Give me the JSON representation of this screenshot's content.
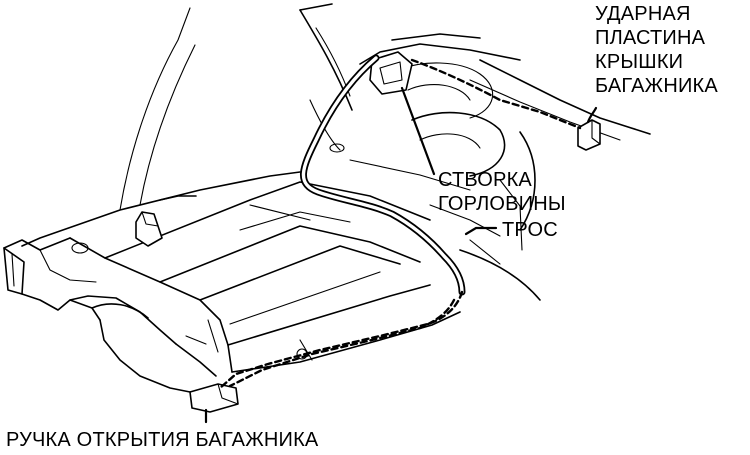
{
  "labels": {
    "striker": [
      "УДАРНАЯ",
      "ПЛАСТИНА",
      "КРЫШКИ",
      "БАГАЖНИКА"
    ],
    "fuel_door": [
      "СТВОРКА",
      "ГОРЛОВИНЫ"
    ],
    "cable": "ТРОС",
    "handle": "РУЧКА ОТКРЫТИЯ БАГАЖНИКА"
  },
  "colors": {
    "ink": "#000000",
    "paper": "#ffffff"
  }
}
